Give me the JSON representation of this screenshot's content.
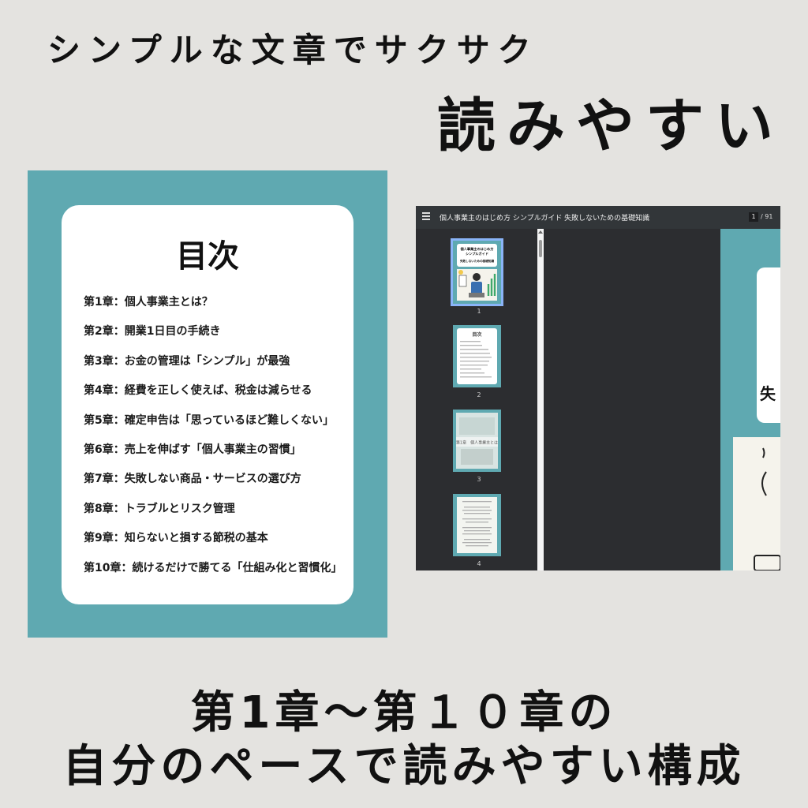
{
  "headline": {
    "top": "シンプルな文章でサクサク",
    "big": "読みやすい"
  },
  "toc": {
    "title": "目次",
    "chapters": [
      "第1章：個人事業主とは？",
      "第2章：開業1日目の手続き",
      "第3章：お金の管理は「シンプル」が最強",
      "第4章：経費を正しく使えば、税金は減らせる",
      "第5章：確定申告は「思っているほど難しくない」",
      "第6章：売上を伸ばす「個人事業主の習慣」",
      "第7章：失敗しない商品・サービスの選び方",
      "第8章：トラブルとリスク管理",
      "第9章：知らないと損する節税の基本",
      "第10章：続けるだけで勝てる「仕組み化と習慣化」"
    ]
  },
  "viewer": {
    "doc_title": "個人事業主のはじめ方 シンプルガイド 失敗しないための基礎知識",
    "current_page": "1",
    "total_pages": "/ 91",
    "thumbnails": [
      {
        "num": "1",
        "title_line1": "個人事業主のはじめ方",
        "title_line2": "シンプルガイド",
        "subtitle": "失敗しないための基礎知識"
      },
      {
        "num": "2",
        "title": "目次"
      },
      {
        "num": "3",
        "title": "第1章　個人事業主とは"
      },
      {
        "num": "4"
      }
    ],
    "preview_char": "失",
    "accent_color": "#5fa9b1",
    "selection_color": "#8ab4f8"
  },
  "bottom": {
    "line1": "第1章～第１０章の",
    "line2": "自分のペースで読みやすい構成"
  }
}
